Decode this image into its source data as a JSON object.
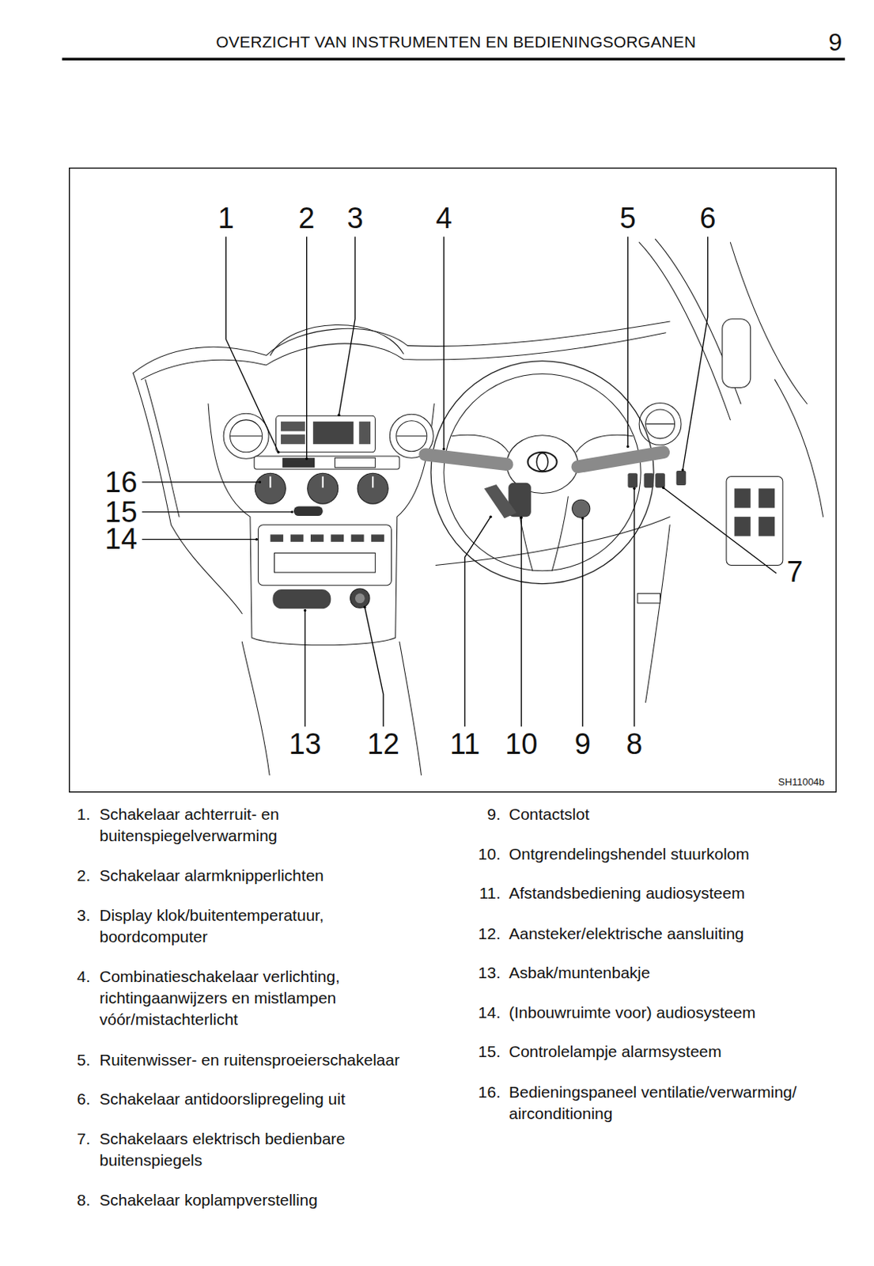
{
  "diagram": {
    "title": "OVERZICHT VAN INSTRUMENTEN EN BEDIENINGSORGANEN",
    "labels": [
      "9",
      "1",
      "2",
      "3",
      "4",
      "5",
      "6",
      "16",
      "15",
      "14",
      "7",
      "13",
      "12",
      "11",
      "10",
      "9",
      "8",
      "SH11004b",
      "1.",
      "Schakelaar achterruit- en buitenspiegelverwarming",
      "2.",
      "Schakelaar alarmknipperlichten",
      "3.",
      "Display klok/buitentemperatuur, boordcomputer",
      "4.",
      "Combinatieschakelaar verlichting, richtingaanwijzers en mistlampen vóór/mistachterlicht",
      "5.",
      "Ruitenwisser- en ruitensproeierschakelaar",
      "6.",
      "Schakelaar antidoorslipregeling uit",
      "7.",
      "Schakelaars elektrisch bedienbare buitenspiegels",
      "8.",
      "Schakelaar koplampverstelling",
      "9.",
      "Contactslot",
      "10.",
      "Ontgrendelingshendel stuurkolom",
      "11.",
      "Afstandsbediening audiosysteem",
      "12.",
      "Aansteker/elektrische aansluiting",
      "13.",
      "Asbak/muntenbakje",
      "14.",
      "(Inbouwruimte voor) audiosysteem",
      "15.",
      "Controlelampje alarmsysteem",
      "16.",
      "Bedieningspaneel ventilatie/verwarming/ airconditioning"
    ]
  }
}
